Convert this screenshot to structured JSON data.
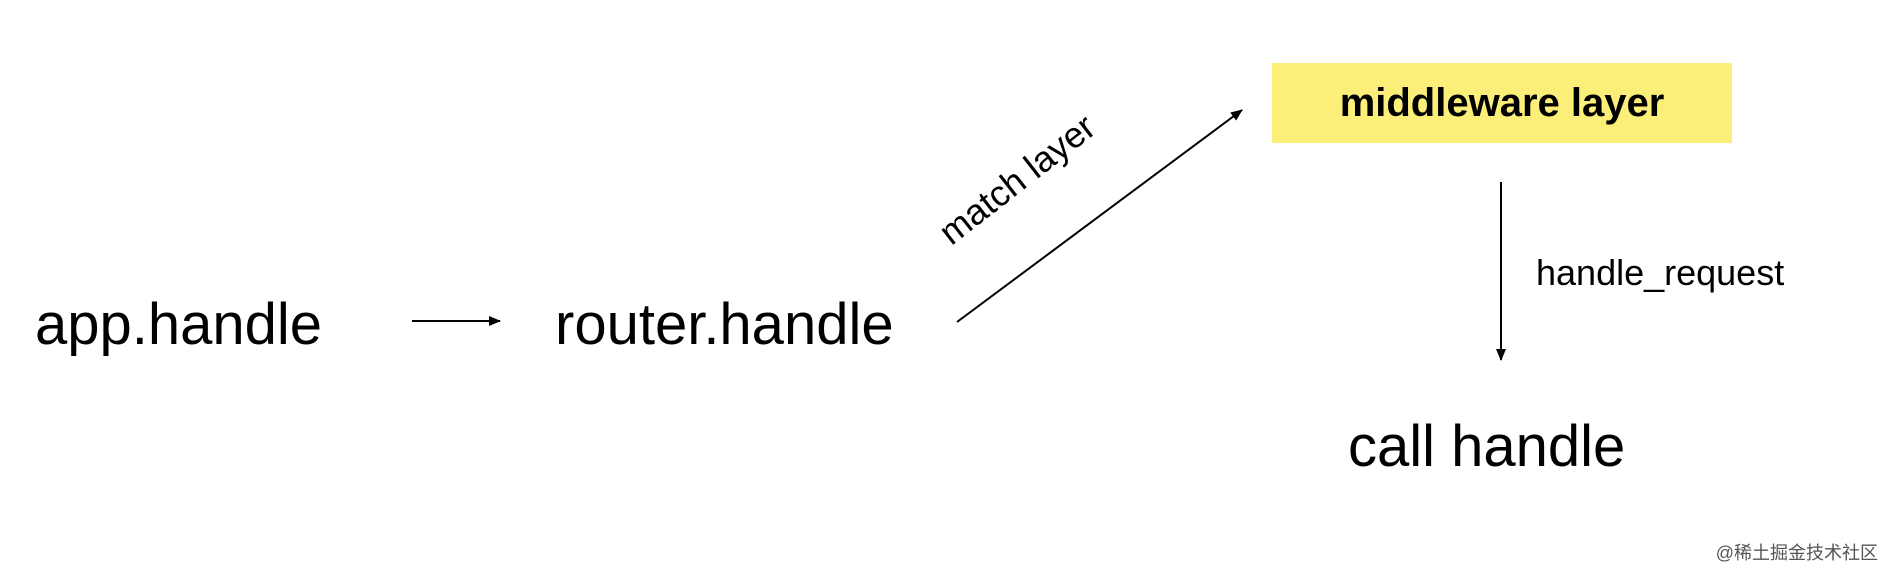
{
  "diagram": {
    "nodes": {
      "app": "app.handle",
      "router": "router.handle",
      "middleware": "middleware layer",
      "call": "call handle"
    },
    "edges": {
      "app_to_router": "",
      "router_to_middleware": "match layer",
      "middleware_to_call": "handle_request"
    },
    "colors": {
      "middleware_fill": "#fbee79",
      "text": "#000000"
    }
  },
  "watermark": "@稀土掘金技术社区"
}
